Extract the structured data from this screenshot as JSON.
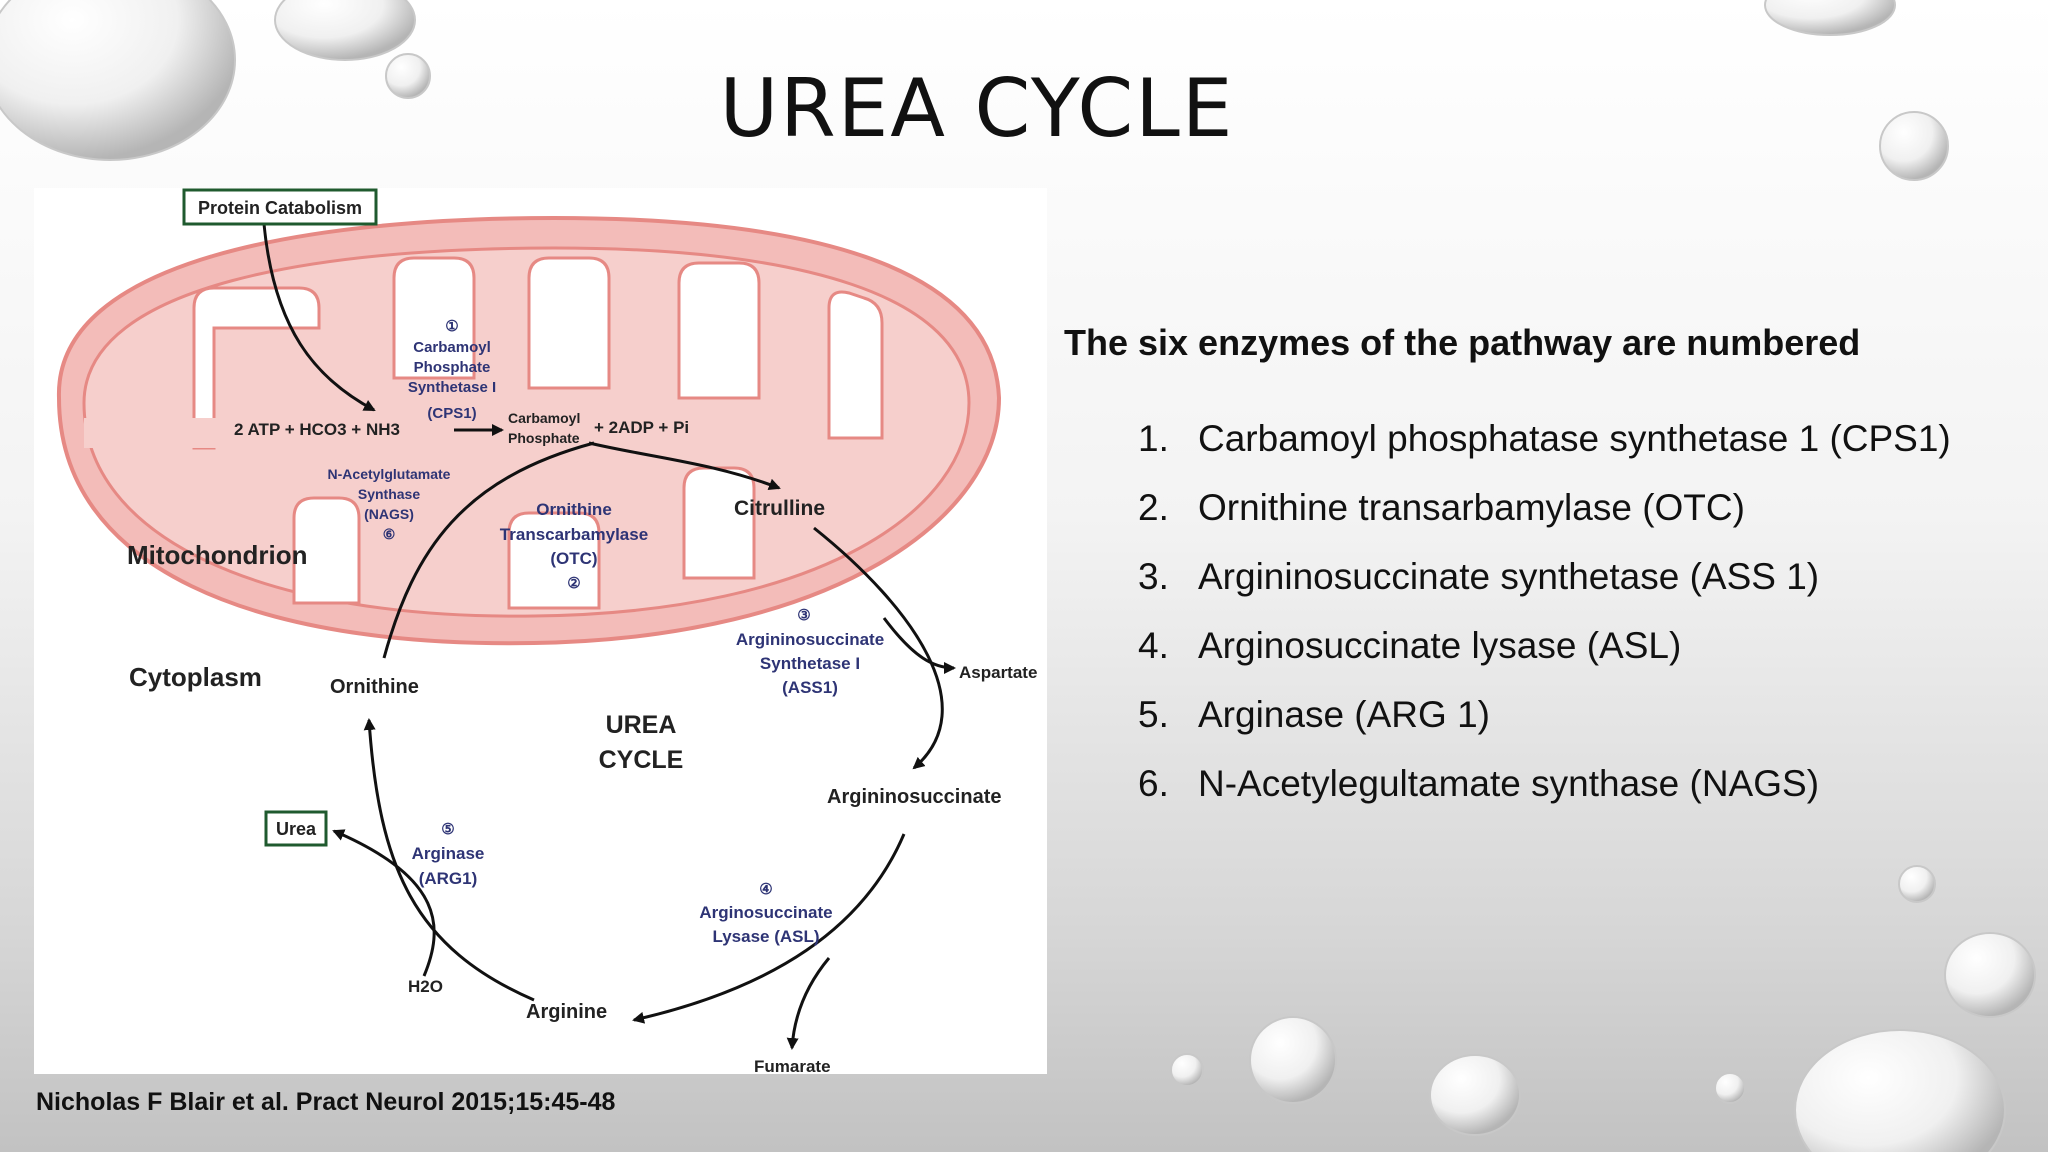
{
  "slide": {
    "title": "UREA CYCLE"
  },
  "diagram": {
    "protein_catabolism": "Protein Catabolism",
    "mitochondrion": "Mitochondrion",
    "cytoplasm": "Cytoplasm",
    "reactants": "2 ATP + HCO3 + NH3",
    "cps1": {
      "num": "①",
      "lines": [
        "Carbamoyl",
        "Phosphate",
        "Synthetase I",
        "(CPS1)"
      ]
    },
    "carbamoyl_phosphate": [
      "Carbamoyl",
      "Phosphate"
    ],
    "products": "+ 2ADP + Pi",
    "nags": {
      "num": "⑥",
      "lines": [
        "N-Acetylglutamate",
        "Synthase",
        "(NAGS)"
      ]
    },
    "otc": {
      "num": "②",
      "lines": [
        "Ornithine",
        "Transcarbamylase",
        "(OTC)"
      ]
    },
    "citrulline": "Citrulline",
    "ass1": {
      "num": "③",
      "lines": [
        "Argininosuccinate",
        "Synthetase I",
        "(ASS1)"
      ]
    },
    "aspartate": "Aspartate",
    "ornithine": "Ornithine",
    "cycle_label": [
      "UREA",
      "CYCLE"
    ],
    "argininosuccinate": "Argininosuccinate",
    "urea": "Urea",
    "arg1": {
      "num": "⑤",
      "lines": [
        "Arginase",
        "(ARG1)"
      ]
    },
    "asl": {
      "num": "④",
      "lines": [
        "Arginosuccinate",
        "Lysase (ASL)"
      ]
    },
    "h2o": "H2O",
    "arginine": "Arginine",
    "fumarate": "Fumarate",
    "colors": {
      "mito_fill": "#f3bcb9",
      "mito_stroke": "#e68984",
      "enzyme_text": "#2e3475",
      "box_border": "#1f5a2e"
    }
  },
  "citation": "Nicholas F Blair et al. Pract Neurol 2015;15:45-48",
  "enzymes": {
    "heading": "The six enzymes of the pathway are numbered",
    "items": [
      {
        "num": "1.",
        "text": "Carbamoyl phosphatase synthetase 1 (CPS1)"
      },
      {
        "num": "2.",
        "text": "Ornithine transarbamylase (OTC)"
      },
      {
        "num": "3.",
        "text": "Argininosuccinate synthetase (ASS 1)"
      },
      {
        "num": "4.",
        "text": "Arginosuccinate lysase (ASL)"
      },
      {
        "num": "5.",
        "text": "Arginase (ARG 1)"
      },
      {
        "num": "6.",
        "text": "N-Acetylegultamate synthase (NAGS)"
      }
    ]
  }
}
